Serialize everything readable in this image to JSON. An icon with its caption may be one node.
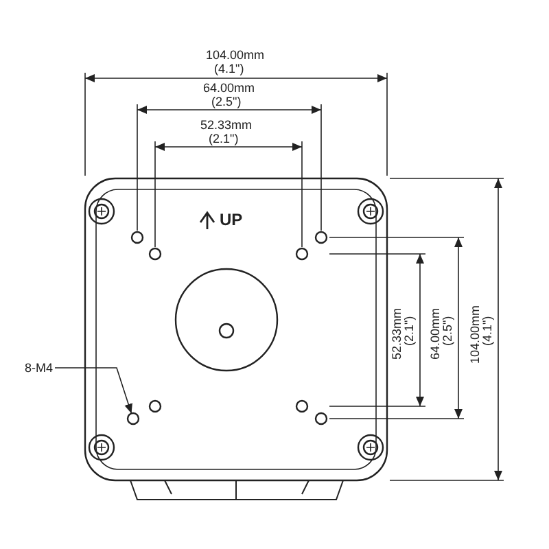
{
  "diagram": {
    "nodes": [
      {
        "text": [
          "8-M4"
        ]
      },
      {
        "text": [],
        "shape": "circle"
      }
    ],
    "edges": [
      {
        "from": 0,
        "to": 1,
        "arrow": "to"
      }
    ],
    "labels": [
      "104.00mm",
      "(4.1\")",
      "64.00mm",
      "(2.5\")",
      "52.33mm",
      "(2.1\")",
      "UP",
      "52.33mm",
      "(2.1\")",
      "64.00mm",
      "(2.5\")",
      "104.00mm",
      "(4.1\")"
    ]
  }
}
